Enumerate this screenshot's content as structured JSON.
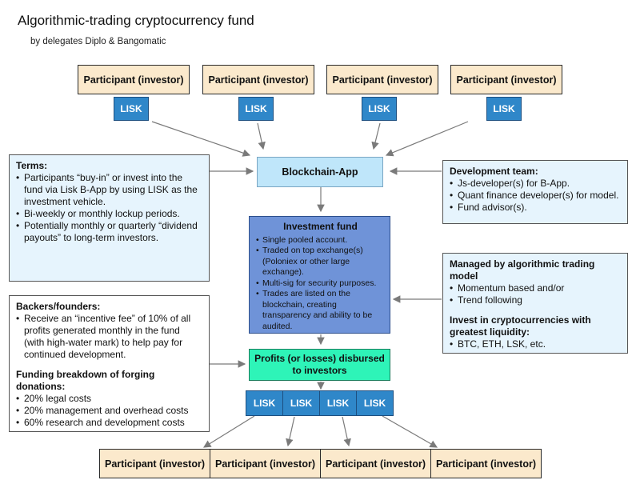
{
  "title": "Algorithmic-trading cryptocurrency fund",
  "subtitle": "by delegates Diplo & Bangomatic",
  "participant_label": "Participant (investor)",
  "lisk_label": "LISK",
  "blockchain_app": "Blockchain-App",
  "terms": {
    "heading": "Terms:",
    "items": [
      "Participants “buy-in” or invest into the fund via Lisk B-App by using LISK as the investment vehicle.",
      "Bi-weekly or monthly lockup periods.",
      "Potentially monthly or quarterly “dividend payouts” to long-term investors."
    ]
  },
  "dev_team": {
    "heading": "Development team:",
    "items": [
      "Js-developer(s) for B-App.",
      "Quant finance developer(s) for model.",
      "Fund advisor(s)."
    ]
  },
  "investment_fund": {
    "heading": "Investment fund",
    "items": [
      "Single pooled account.",
      "Traded on top exchange(s) (Poloniex or other large exchange).",
      "Multi-sig for security purposes.",
      "Trades are listed on the blockchain, creating transparency and ability to be audited."
    ]
  },
  "managed": {
    "heading1": "Managed by algorithmic trading model",
    "items1": [
      "Momentum based and/or",
      "Trend following"
    ],
    "heading2": "Invest in cryptocurrencies with greatest liquidity:",
    "items2": [
      "BTC, ETH, LSK, etc."
    ]
  },
  "backers": {
    "heading1": "Backers/founders:",
    "items1": [
      "Receive an “incentive fee” of 10% of all profits generated monthly in the fund (with high-water mark) to help pay for continued development."
    ],
    "heading2": "Funding breakdown of forging donations:",
    "items2": [
      "20% legal costs",
      "20% management and overhead costs",
      "60% research and development costs"
    ]
  },
  "profits": "Profits (or losses) disbursed to investors",
  "colors": {
    "participant_fill": "#fbe9cc",
    "lisk_fill": "#2f87c9",
    "blockchain_fill": "#bfe6fa",
    "fund_fill": "#6f93d8",
    "profits_fill": "#2ef4b8",
    "info_fill": "#e6f4fd",
    "arrow": "#7a7a7a"
  }
}
